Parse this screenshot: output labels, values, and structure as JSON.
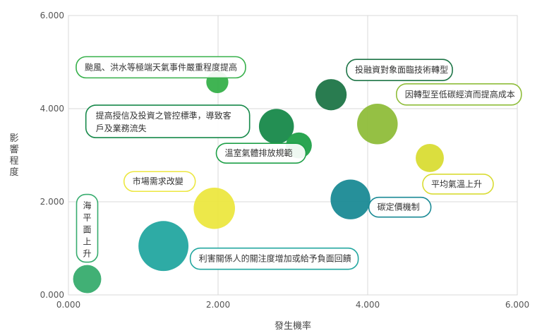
{
  "chart_data": {
    "type": "bubble",
    "title": "",
    "xlabel": "發生機率",
    "ylabel": "影響程度",
    "xlim": [
      0,
      6
    ],
    "ylim": [
      0,
      6
    ],
    "x_ticks": [
      "0.000",
      "2.000",
      "4.000",
      "6.000"
    ],
    "y_ticks": [
      "0.000",
      "2.000",
      "4.000",
      "6.000"
    ],
    "grid": true,
    "legend": "none",
    "points": [
      {
        "label": "颱風、洪水等極端天氣事件嚴重程度提高",
        "x": 1.99,
        "y": 4.57,
        "size": 0.8,
        "color": "#36b04a"
      },
      {
        "label": "投融資對象面臨技術轉型",
        "x": 3.51,
        "y": 4.3,
        "size": 1.6,
        "color": "#1e7547"
      },
      {
        "label": "因轉型至低碳經濟而提高成本",
        "x": 4.13,
        "y": 3.67,
        "size": 2.7,
        "color": "#8fbd3a"
      },
      {
        "label": "提高授信及投資之管控標準，導致客戶及業務流失",
        "x": 2.78,
        "y": 3.62,
        "size": 2.0,
        "color": "#17894a"
      },
      {
        "label": "溫室氣體排放規範",
        "x": 3.08,
        "y": 3.21,
        "size": 1.1,
        "color": "#1fa048"
      },
      {
        "label": "平均氣溫上升",
        "x": 4.83,
        "y": 2.94,
        "size": 1.3,
        "color": "#d9dc34"
      },
      {
        "label": "碳定價機制",
        "x": 3.77,
        "y": 2.05,
        "size": 2.6,
        "color": "#1a8a95"
      },
      {
        "label": "市場需求改變",
        "x": 1.95,
        "y": 1.86,
        "size": 2.8,
        "color": "#ece740"
      },
      {
        "label": "利害關係人的關注度增加或給予負面回饋",
        "x": 1.27,
        "y": 1.05,
        "size": 4.1,
        "color": "#23a7a0"
      },
      {
        "label": "海平面上升",
        "x": 0.25,
        "y": 0.34,
        "size": 1.3,
        "color": "#37ac6e"
      }
    ]
  }
}
